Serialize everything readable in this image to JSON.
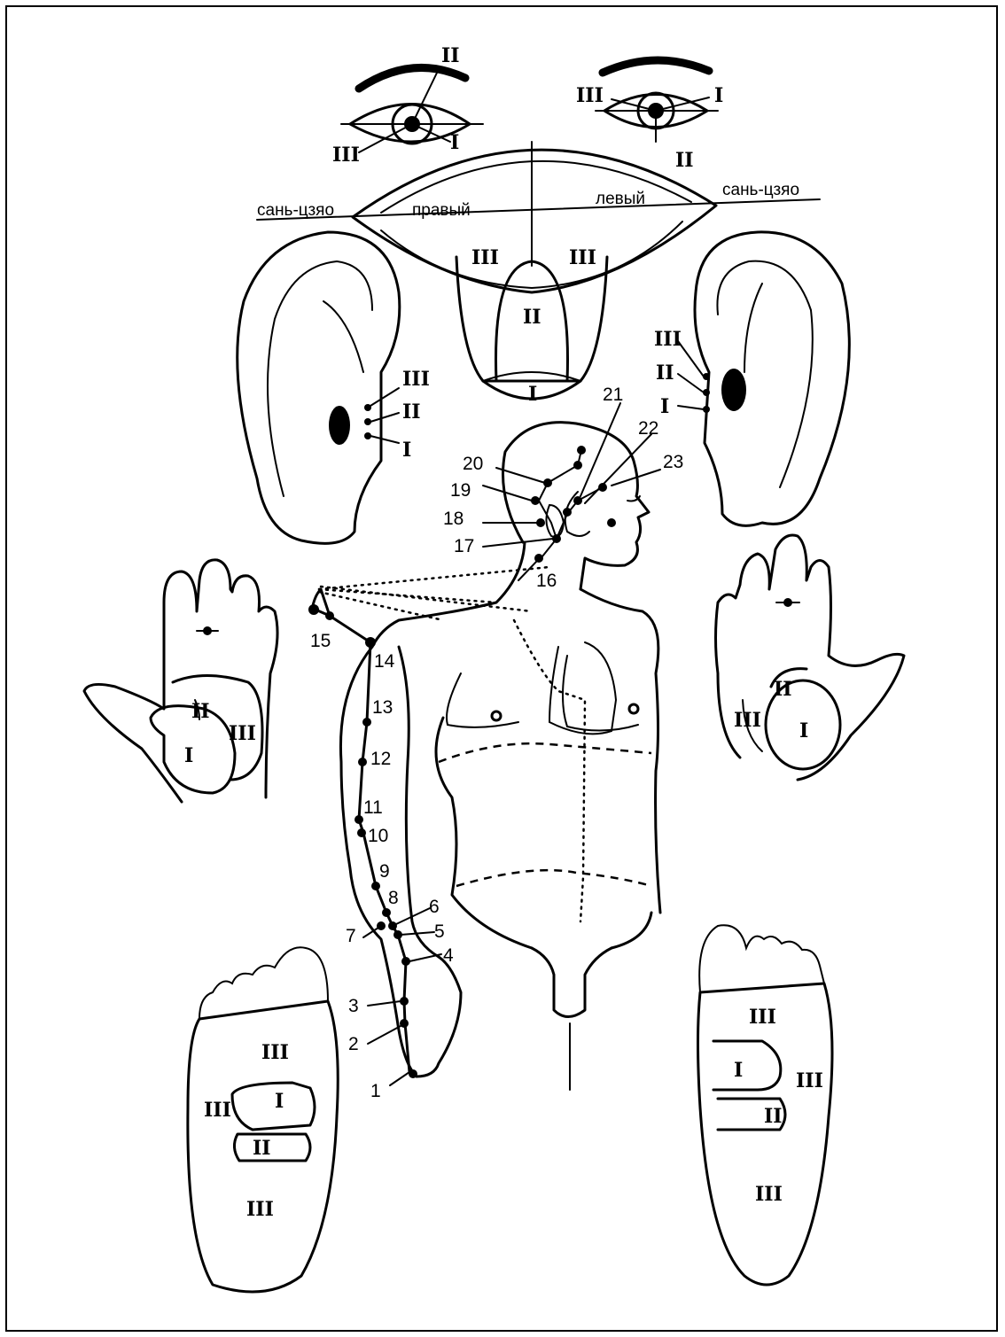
{
  "zone_labels": {
    "one": "I",
    "two": "II",
    "three": "III"
  },
  "tongue_labels": {
    "left_side": "сань-цзяо",
    "right_side": "сань-цзяо",
    "pravy": "правый",
    "levy": "левый"
  },
  "meridian_points": [
    "1",
    "2",
    "3",
    "4",
    "5",
    "6",
    "7",
    "8",
    "9",
    "10",
    "11",
    "12",
    "13",
    "14",
    "15",
    "16",
    "17",
    "18",
    "19",
    "20",
    "21",
    "22",
    "23"
  ]
}
